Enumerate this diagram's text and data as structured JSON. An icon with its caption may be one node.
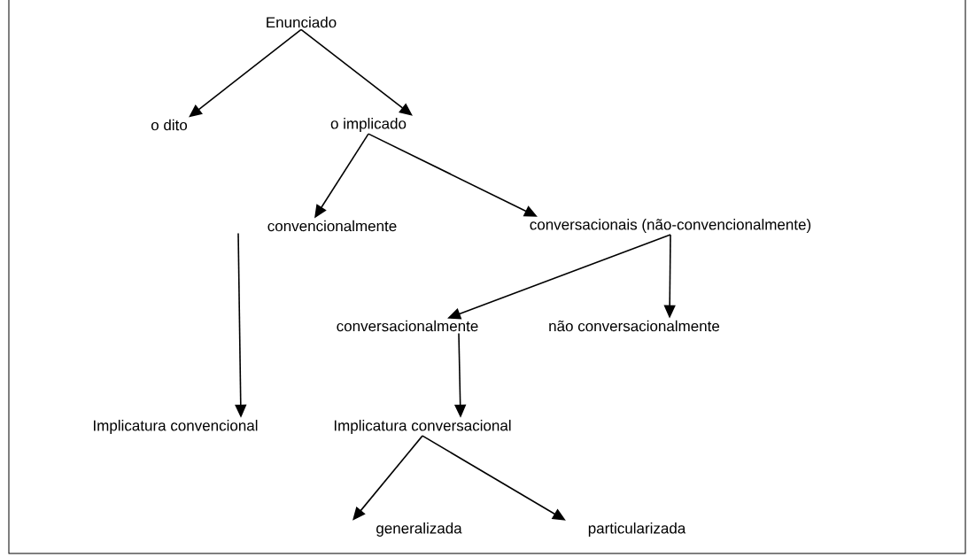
{
  "diagram": {
    "nodes": [
      {
        "text": [
          "Enunciado"
        ]
      },
      {
        "text": [
          "o dito"
        ]
      },
      {
        "text": [
          "o implicado"
        ]
      },
      {
        "text": [
          "convencionalmente"
        ]
      },
      {
        "text": [
          "conversacionais (não-convencionalmente)"
        ]
      },
      {
        "text": [
          "conversacionalmente"
        ]
      },
      {
        "text": [
          "não conversacionalmente"
        ]
      },
      {
        "text": [
          "Implicatura convencional"
        ]
      },
      {
        "text": [
          "Implicatura conversacional"
        ]
      },
      {
        "text": [
          "generalizada"
        ]
      },
      {
        "text": [
          "particularizada"
        ]
      }
    ],
    "edges": [
      {
        "from": 0,
        "to": 1,
        "arrow": "to"
      },
      {
        "from": 0,
        "to": 2,
        "arrow": "to"
      },
      {
        "from": 2,
        "to": 3,
        "arrow": "to"
      },
      {
        "from": 2,
        "to": 4,
        "arrow": "to"
      },
      {
        "from": 3,
        "to": 7,
        "arrow": "to"
      },
      {
        "from": 4,
        "to": 5,
        "arrow": "to"
      },
      {
        "from": 4,
        "to": 6,
        "arrow": "to"
      },
      {
        "from": 5,
        "to": 8,
        "arrow": "to"
      },
      {
        "from": 8,
        "to": 9,
        "arrow": "to"
      },
      {
        "from": 8,
        "to": 10,
        "arrow": "to"
      }
    ]
  }
}
